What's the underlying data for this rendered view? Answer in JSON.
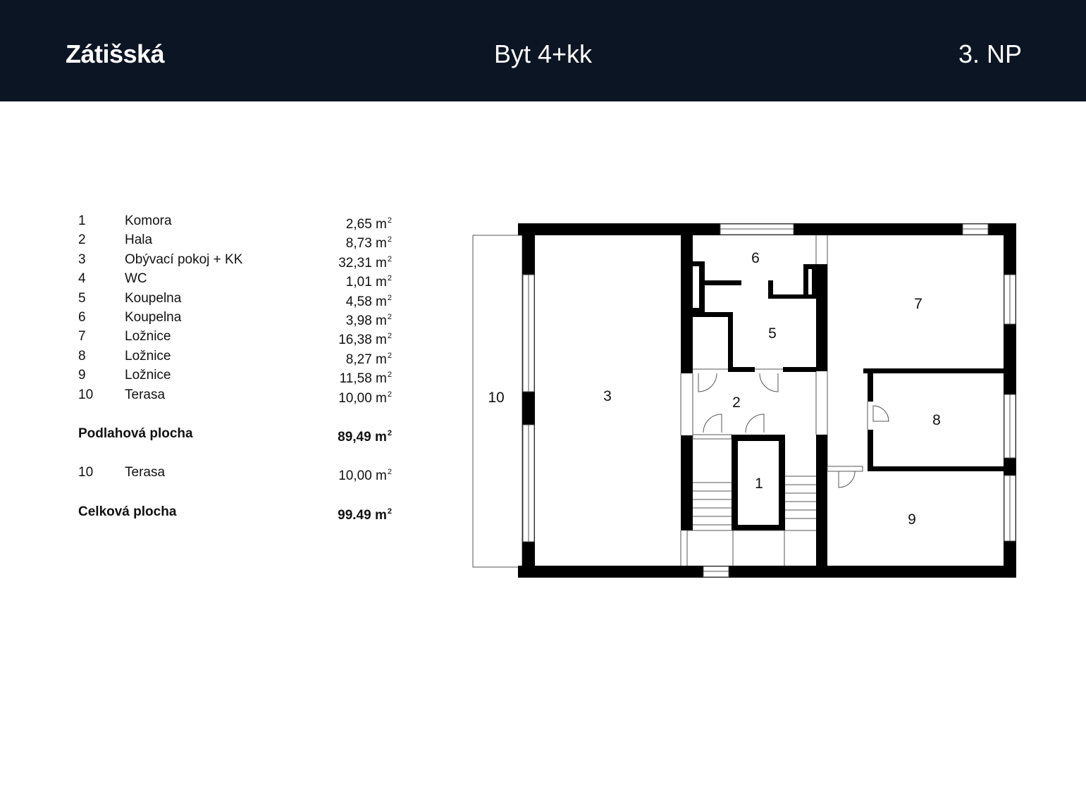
{
  "header": {
    "project_name": "Zátišská",
    "unit_type": "Byt 4+kk",
    "floor": "3. NP"
  },
  "rooms": [
    {
      "num": "1",
      "name": "Komora",
      "area": "2,65 m",
      "unit_sup": "2"
    },
    {
      "num": "2",
      "name": "Hala",
      "area": "8,73 m",
      "unit_sup": "2"
    },
    {
      "num": "3",
      "name": "Obývací pokoj + KK",
      "area": "32,31 m",
      "unit_sup": "2"
    },
    {
      "num": "4",
      "name": "WC",
      "area": "1,01 m",
      "unit_sup": "2"
    },
    {
      "num": "5",
      "name": "Koupelna",
      "area": "4,58 m",
      "unit_sup": "2"
    },
    {
      "num": "6",
      "name": "Koupelna",
      "area": "3,98 m",
      "unit_sup": "2"
    },
    {
      "num": "7",
      "name": "Ložnice",
      "area": "16,38 m",
      "unit_sup": "2"
    },
    {
      "num": "8",
      "name": "Ložnice",
      "area": "8,27 m",
      "unit_sup": "2"
    },
    {
      "num": "9",
      "name": "Ložnice",
      "area": "11,58 m",
      "unit_sup": "2"
    },
    {
      "num": "10",
      "name": "Terasa",
      "area": "10,00 m",
      "unit_sup": "2"
    }
  ],
  "floor_area": {
    "label": "Podlahová plocha",
    "value": "89,49 m",
    "unit_sup": "2"
  },
  "terrace": {
    "num": "10",
    "name": "Terasa",
    "area": "10,00 m",
    "unit_sup": "2"
  },
  "total_area": {
    "label": "Celková plocha",
    "value": "99.49 m",
    "unit_sup": "2"
  },
  "plan_labels": {
    "r1": "1",
    "r2": "2",
    "r3": "3",
    "r5": "5",
    "r6": "6",
    "r7": "7",
    "r8": "8",
    "r9": "9",
    "r10": "10"
  },
  "colors": {
    "header_bg": "#0c1524",
    "header_text": "#ffffff",
    "wall": "#000000"
  }
}
